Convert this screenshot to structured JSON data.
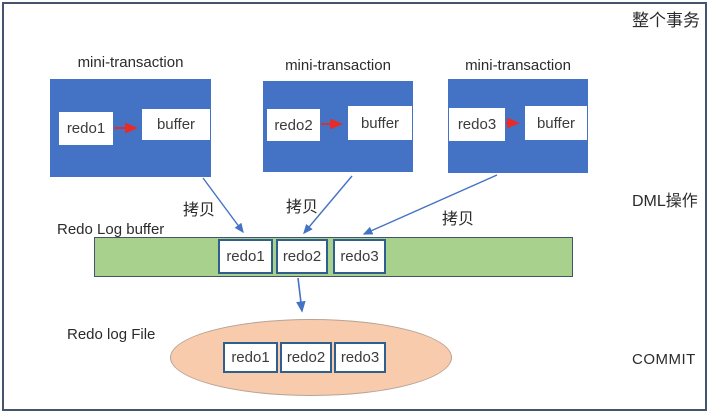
{
  "side_labels": {
    "top": "整个事务",
    "middle": "DML操作",
    "bottom": "COMMIT"
  },
  "mini_transactions": [
    {
      "title": "mini-transaction",
      "redo": "redo1",
      "buffer": "buffer"
    },
    {
      "title": "mini-transaction",
      "redo": "redo2",
      "buffer": "buffer"
    },
    {
      "title": "mini-transaction",
      "redo": "redo3",
      "buffer": "buffer"
    }
  ],
  "copy_labels": [
    "拷贝",
    "拷贝",
    "拷贝"
  ],
  "log_buffer": {
    "label": "Redo Log buffer",
    "entries": [
      "redo1",
      "redo2",
      "redo3"
    ]
  },
  "log_file": {
    "label": "Redo log File",
    "entries": [
      "redo1",
      "redo2",
      "redo3"
    ]
  },
  "colors": {
    "transaction_box": "#4472C4",
    "log_buffer_bar": "#A9D18E",
    "log_file_ellipse": "#F8CBAD",
    "copy_arrow": "#4472C4",
    "redo_arrow": "#E92A25",
    "frame_border": "#44546A"
  }
}
